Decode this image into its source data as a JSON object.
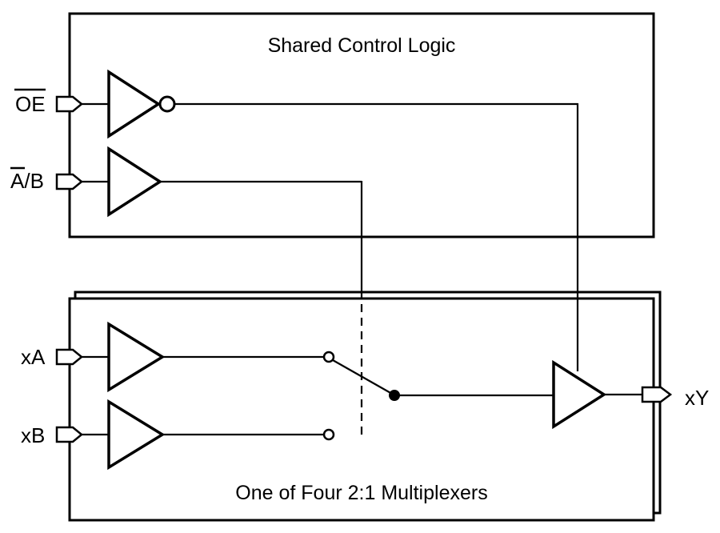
{
  "diagram": {
    "type": "logic-schematic",
    "background_color": "#ffffff",
    "line_color": "#000000",
    "text_color": "#000000",
    "top_block": {
      "title": "Shared Control Logic"
    },
    "mux_block": {
      "title": "One of Four 2:1 Multiplexers",
      "stacked_copies": 2
    },
    "inputs": {
      "oe": {
        "label": "OE",
        "overline": "OE",
        "gate": "inverter"
      },
      "ab": {
        "label_overlined_part": "A",
        "label_rest": "/B",
        "gate": "buffer"
      },
      "xa": {
        "label": "xA",
        "gate": "buffer"
      },
      "xb": {
        "label": "xB",
        "gate": "buffer"
      }
    },
    "output": {
      "xy": {
        "label": "xY",
        "gate": "buffer"
      }
    },
    "switch": {
      "contacts": [
        "A",
        "B"
      ],
      "selected": "A",
      "select_line_style": "dashed"
    }
  }
}
